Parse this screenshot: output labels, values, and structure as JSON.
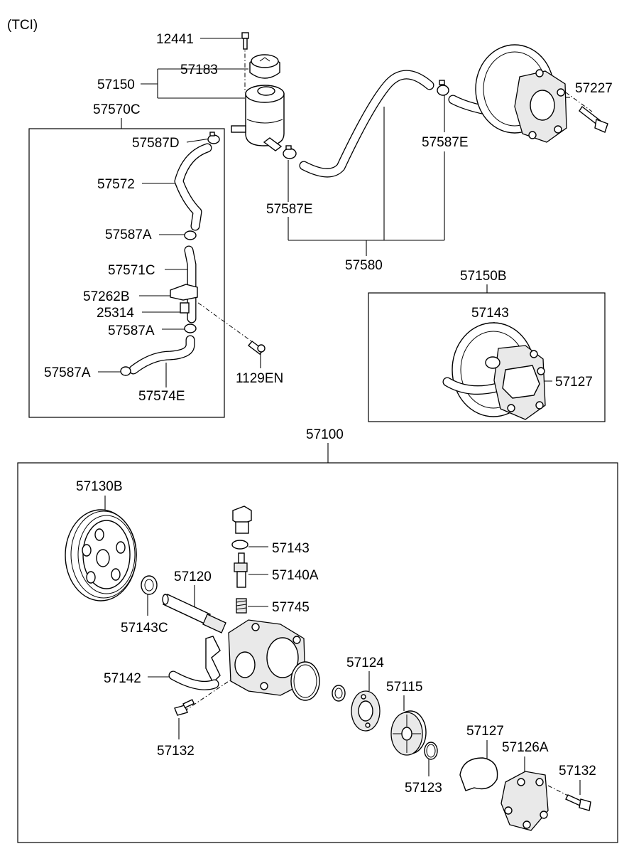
{
  "variant": "(TCI)",
  "labels": {
    "p12441": "12441",
    "p57183": "57183",
    "p57150": "57150",
    "p57570C": "57570C",
    "p57227": "57227",
    "p57587D": "57587D",
    "p57587E_right": "57587E",
    "p57572": "57572",
    "p57587E_center": "57587E",
    "p57587A_top": "57587A",
    "p57571C": "57571C",
    "p57262B": "57262B",
    "p25314": "25314",
    "p57587A_mid": "57587A",
    "p57587A_bottom": "57587A",
    "p57574E": "57574E",
    "p1129EN": "1129EN",
    "p57580": "57580",
    "p57150B": "57150B",
    "p57143_box": "57143",
    "p57127_box": "57127",
    "p57100": "57100",
    "p57130B": "57130B",
    "p57143": "57143",
    "p57140A": "57140A",
    "p57120": "57120",
    "p57745": "57745",
    "p57143C": "57143C",
    "p57142": "57142",
    "p57124": "57124",
    "p57115": "57115",
    "p57132_left": "57132",
    "p57127": "57127",
    "p57126A": "57126A",
    "p57132_right": "57132",
    "p57123": "57123"
  }
}
